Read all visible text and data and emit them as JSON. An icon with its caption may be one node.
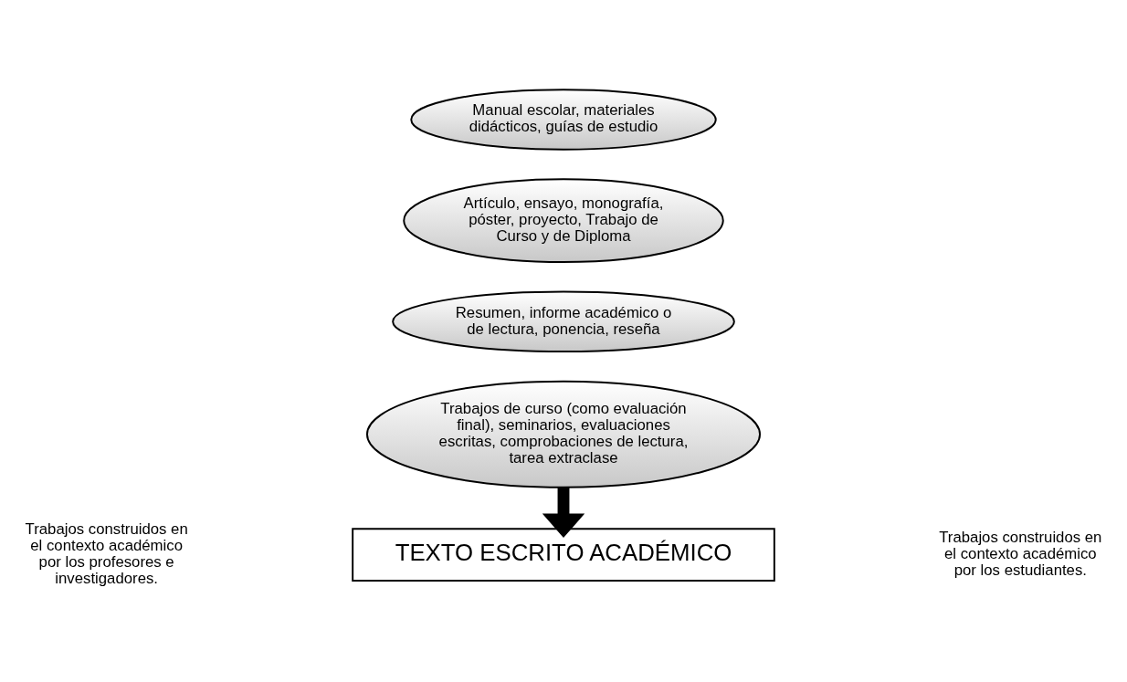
{
  "diagram": {
    "nodes": [
      {
        "text": [
          "Manual escolar, materiales didácticos, guías de estudio"
        ]
      },
      {
        "text": [
          "Artículo, ensayo, monografía, póster, proyecto, Trabajo de Curso y de Diploma"
        ]
      },
      {
        "text": [
          "Resumen, informe académico o de lectura, ponencia, reseña"
        ]
      },
      {
        "text": [
          "Trabajos de curso (como evaluación final), seminarios, evaluaciones escritas, comprobaciones de lectura, tarea extraclase"
        ]
      },
      {
        "text": [
          "TEXTO ESCRITO ACADÉMICO"
        ]
      }
    ],
    "edges": [
      {
        "from": 3,
        "to": 4,
        "arrow": "to"
      }
    ],
    "labels": [
      "Trabajos construidos en el contexto académico por los profesores e investigadores.",
      "Trabajos construidos en el contexto académico por los estudiantes."
    ]
  }
}
